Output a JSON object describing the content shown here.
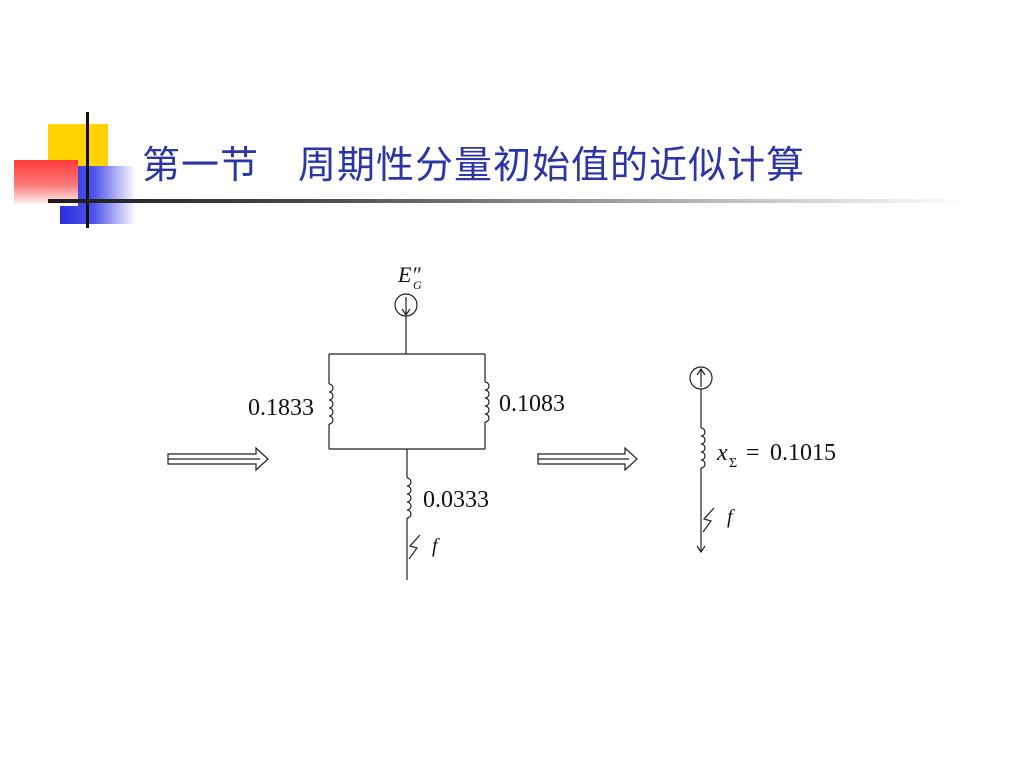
{
  "slide": {
    "title": "第一节　周期性分量初始值的近似计算"
  },
  "circuit_left": {
    "source_label": "E″",
    "source_label_sub": "G",
    "branch_left_value": "0.1833",
    "branch_right_value": "0.1083",
    "series_value": "0.0333",
    "fault_label": "f"
  },
  "circuit_right": {
    "reactance_symbol": "x",
    "reactance_subscript": "Σ",
    "reactance_equals": "=",
    "reactance_value": "0.1015",
    "fault_label": "f"
  }
}
